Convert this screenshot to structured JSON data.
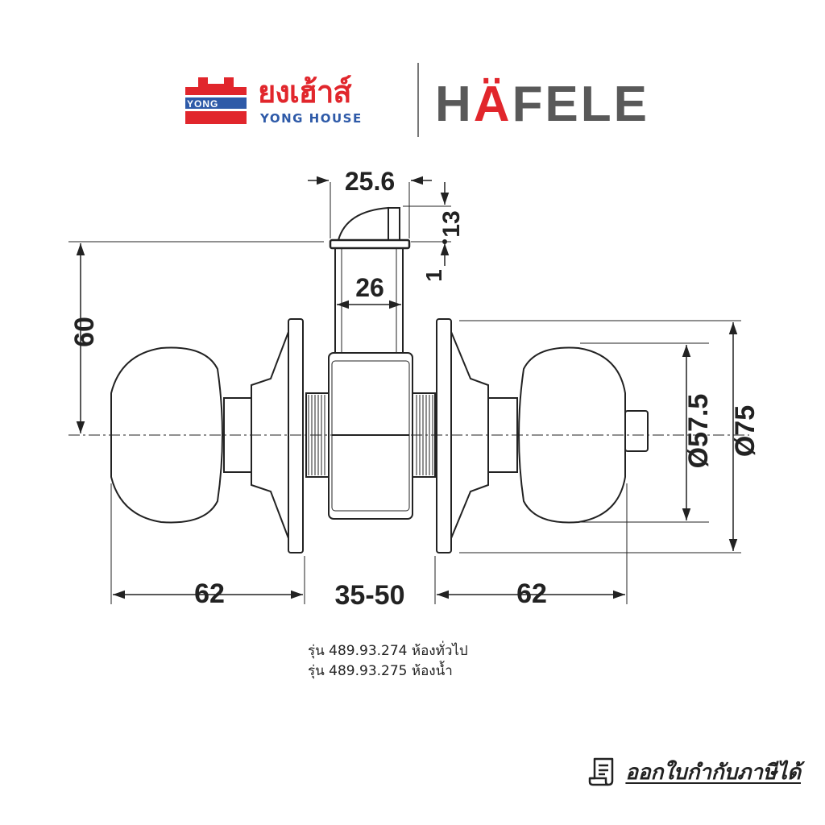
{
  "header": {
    "yong_house_thai": "ยงเฮ้าส์",
    "yong_house_en": "YONG HOUSE",
    "yong_badge": "YONG",
    "hafele_brand": "HÄFELE",
    "hafele_parts": [
      "H",
      "Ä",
      "FELE"
    ],
    "colors": {
      "yong_red": "#e1262c",
      "yong_blue": "#2e5aa8",
      "hafele_grey": "#595959"
    }
  },
  "drawing": {
    "dimensions": {
      "latch_width": "25.6",
      "latch_height": "13",
      "faceplate_offset": "1",
      "latch_body": "26",
      "backset": "60",
      "inner_knob_dia": "Ø57.5",
      "rose_dia": "Ø75",
      "left_knob_projection": "62",
      "door_thickness": "35-50",
      "right_knob_projection": "62"
    }
  },
  "models": [
    "รุ่น 489.93.274 ห้องทั่วไป",
    "รุ่น 489.93.275 ห้องน้ำ"
  ],
  "tax_invoice": {
    "label": "ออกใบกำกับภาษีได้",
    "icon": "receipt-icon"
  }
}
